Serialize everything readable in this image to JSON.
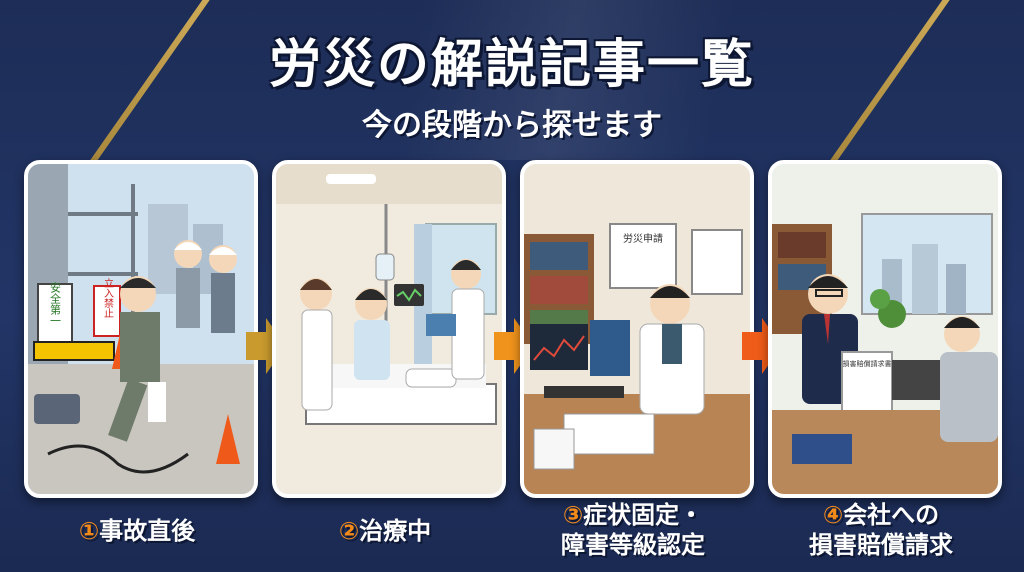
{
  "title": "労災の解説記事一覧",
  "subtitle": "今の段階から探せます",
  "steps": [
    {
      "num": "①",
      "label": "事故直後",
      "line2": ""
    },
    {
      "num": "②",
      "label": "治療中",
      "line2": ""
    },
    {
      "num": "③",
      "label": "症状固定・",
      "line2": "障害等級認定"
    },
    {
      "num": "④",
      "label": "会社への",
      "line2": "損害賠償請求"
    }
  ],
  "scene_text": {
    "safety_sign": "安全第一",
    "no_entry_sign": "立入禁止",
    "poster": "労災申請",
    "document": "損害賠償請求書"
  },
  "colors": {
    "background": "#1d2d57",
    "accent_orange": "#f28a1a",
    "gold": "#d9b45a"
  }
}
